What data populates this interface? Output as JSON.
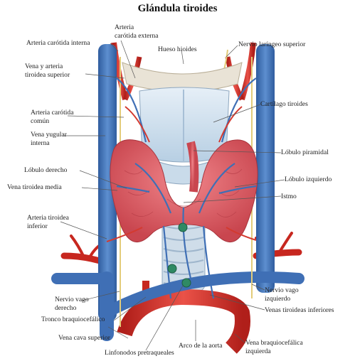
{
  "title": "Glándula tiroides",
  "labels": {
    "arteria_carotida_interna": "Arteria carótida interna",
    "arteria_carotida_externa_1": "Arteria",
    "arteria_carotida_externa_2": "carótida externa",
    "hueso_hioides": "Hueso hioides",
    "nervio_laringeo_superior": "Nervio laríngeo superior",
    "vena_arteria_tiroidea_superior_1": "Vena y arteria",
    "vena_arteria_tiroidea_superior_2": "tiroidea superior",
    "cartilago_tiroides": "Cartílago tiroides",
    "arteria_carotida_comun_1": "Arteria carótida",
    "arteria_carotida_comun_2": "común",
    "vena_yugular_interna_1": "Vena yugular",
    "vena_yugular_interna_2": "interna",
    "lobulo_piramidal": "Lóbulo piramidal",
    "lobulo_derecho": "Lóbulo derecho",
    "lobulo_izquierdo": "Lóbulo izquierdo",
    "vena_tiroidea_media": "Vena tiroidea media",
    "istmo": "Istmo",
    "arteria_tiroidea_inferior_1": "Arteria tiroidea",
    "arteria_tiroidea_inferior_2": "inferior",
    "nervio_vago_derecho_1": "Nervio vago",
    "nervio_vago_derecho_2": "derecho",
    "nervio_vago_izquierdo_1": "Nervio vago",
    "nervio_vago_izquierdo_2": "izquierdo",
    "tronco_braquiocefalico": "Tronco braquiocefálico",
    "venas_tiroideas_inferiores": "Venas tiroideas inferiores",
    "vena_cava_superior": "Vena cava superior",
    "arco_aorta": "Arco de la aorta",
    "vena_braquiocefalica_izquierda_1": "Vena braquiocefálica",
    "vena_braquiocefalica_izquierda_2": "izquierda",
    "linfonodos_pretraqueales": "Linfonodos pretraqueales"
  },
  "colors": {
    "vein": "#3f6fb5",
    "artery": "#d8322a",
    "thyroid": "#e0626a",
    "cartilage": "#cfe0ee",
    "nerve": "#e8d48a"
  }
}
